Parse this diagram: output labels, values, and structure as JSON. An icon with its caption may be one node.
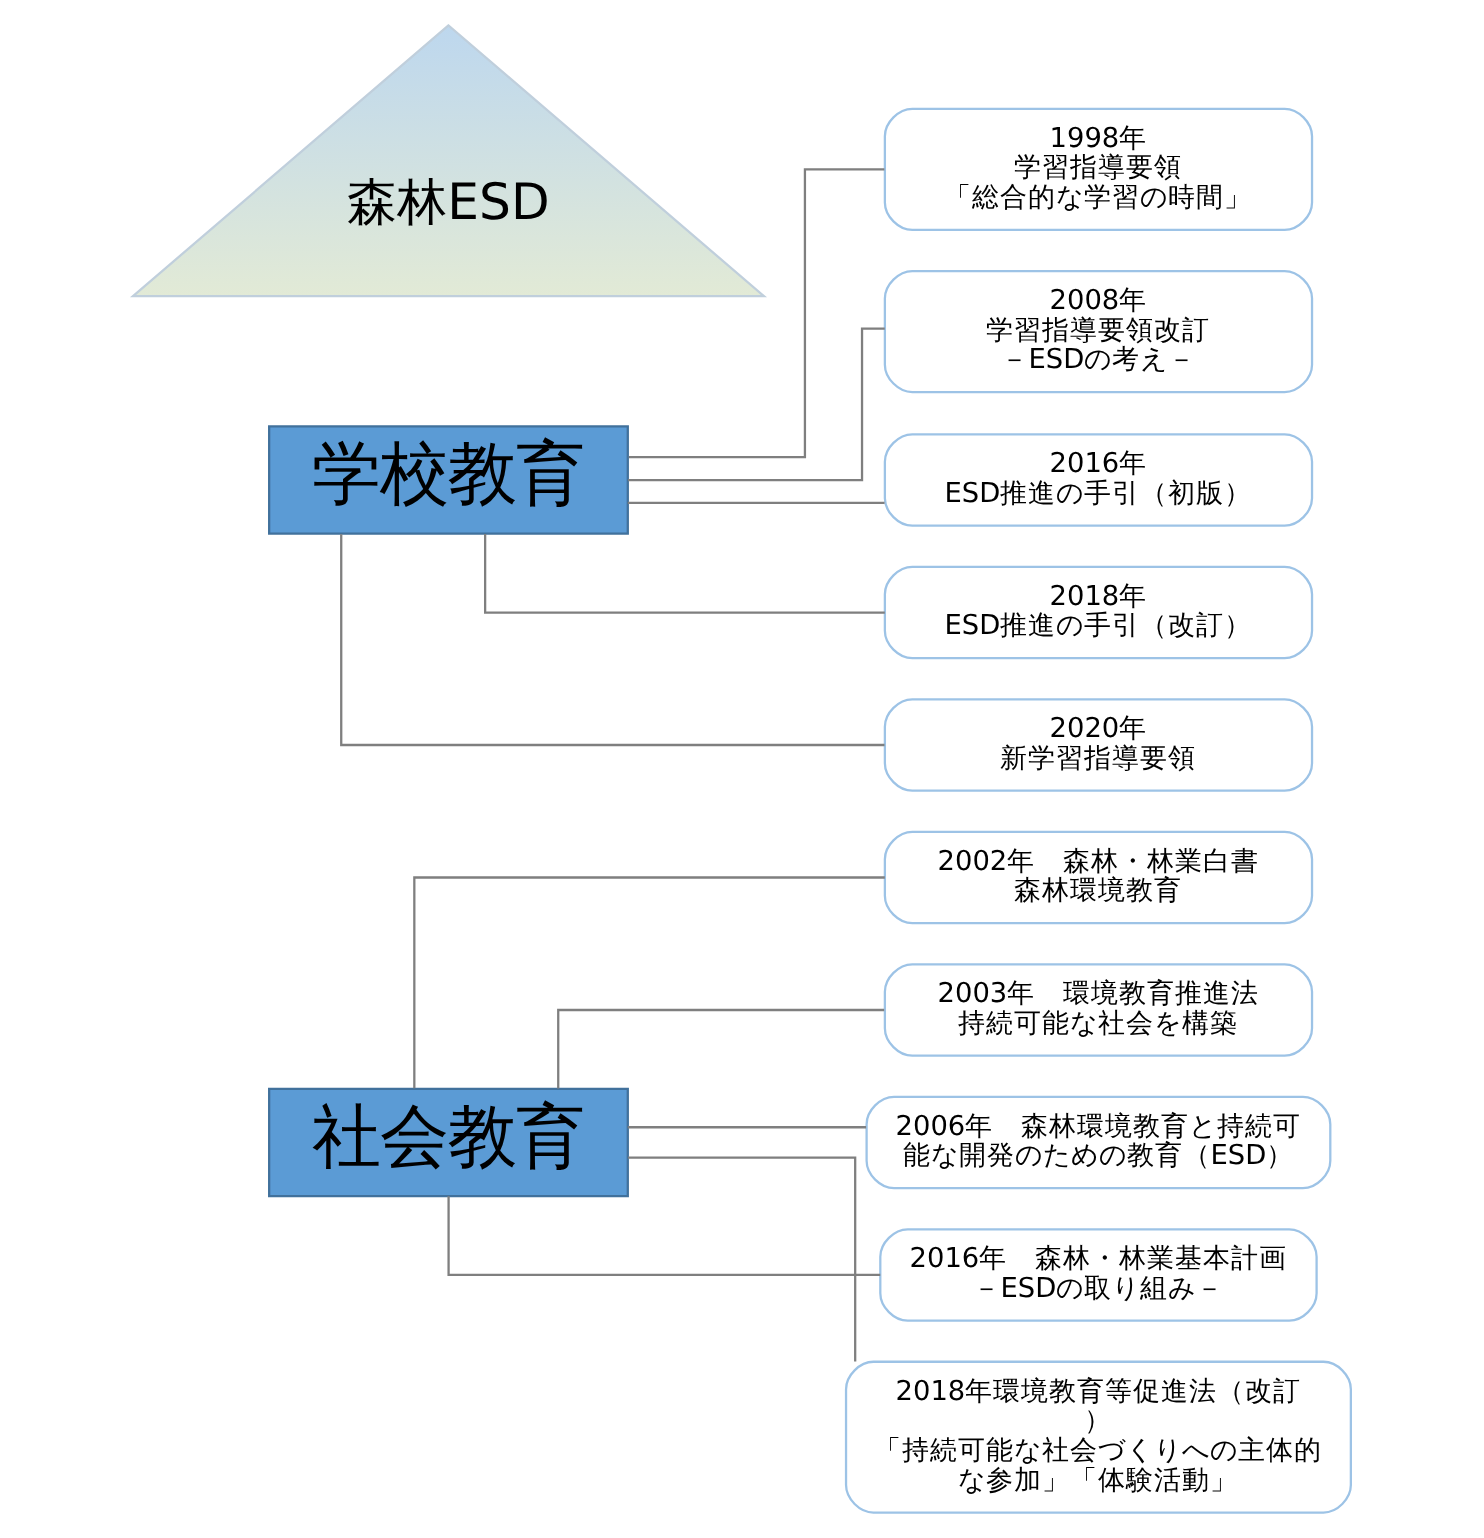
{
  "diagram": {
    "nodes": [
      {
        "text": [
          "社会教育"
        ]
      },
      {
        "text": [
          "2002年　森林・林業白書",
          "森林環境教育"
        ]
      },
      {
        "text": [
          "2003年　環境教育推進法",
          "持続可能な社会を構築"
        ]
      },
      {
        "text": [
          "2006年　森林環境教育と持続可能な開発のための教育（ESD）"
        ]
      },
      {
        "text": [
          "2016年　森林・林業基本計画",
          "－ESDの取り組み－"
        ]
      },
      {
        "text": [
          "2018年環境教育等促進法（改訂）",
          "「持続可能な社会づくりへの主体的な参加」「体験活動」"
        ]
      },
      {
        "text": [
          "学校教育"
        ]
      },
      {
        "text": [
          "1998年",
          "学習指導要領",
          "「総合的な学習の時間」"
        ]
      },
      {
        "text": [
          "2008年",
          "学習指導要領改訂",
          "－ESDの考え－"
        ]
      },
      {
        "text": [
          "2016年",
          "ESD推進の手引（初版）"
        ]
      },
      {
        "text": [
          "2018年",
          "ESD推進の手引（改訂）"
        ]
      },
      {
        "text": [
          "2020年",
          "新学習指導要領"
        ]
      },
      {
        "text": [
          "森林ESD"
        ]
      }
    ],
    "edges": [
      {
        "from": 0,
        "to": 1,
        "arrow": "none"
      },
      {
        "from": 0,
        "to": 2,
        "arrow": "none"
      },
      {
        "from": 0,
        "to": 3,
        "arrow": "none"
      },
      {
        "from": 0,
        "to": 4,
        "arrow": "none"
      },
      {
        "from": 0,
        "to": 5,
        "arrow": "none"
      },
      {
        "from": 6,
        "to": 7,
        "arrow": "none"
      },
      {
        "from": 6,
        "to": 8,
        "arrow": "none"
      },
      {
        "from": 6,
        "to": 9,
        "arrow": "none"
      },
      {
        "from": 6,
        "to": 10,
        "arrow": "none"
      },
      {
        "from": 6,
        "to": 11,
        "arrow": "none"
      }
    ]
  }
}
